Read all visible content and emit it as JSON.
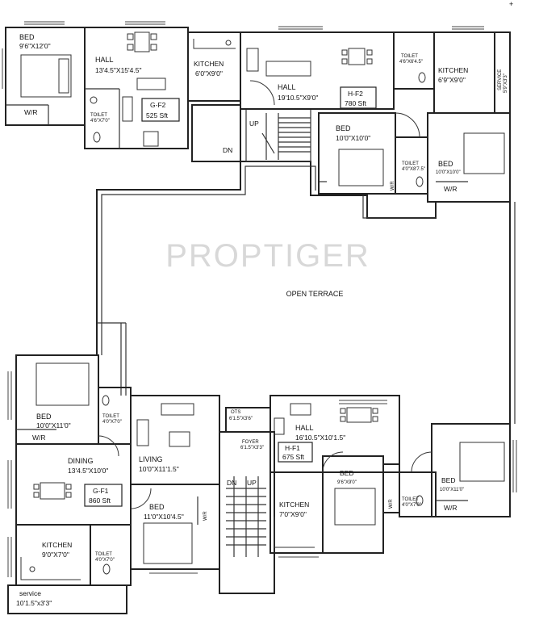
{
  "watermark": "PROPTIGER",
  "corner_mark": "+",
  "terrace": "OPEN TERRACE",
  "stairs": {
    "upper_up": "UP",
    "upper_dn": "DN",
    "lower_dn": "DN",
    "lower_up": "UP"
  },
  "units": {
    "g_f2": {
      "code": "G-F2",
      "area": "525 Sft"
    },
    "h_f2": {
      "code": "H-F2",
      "area": "780 Sft"
    },
    "g_f1": {
      "code": "G-F1",
      "area": "860 Sft"
    },
    "h_f1": {
      "code": "H-F1",
      "area": "675 Sft"
    }
  },
  "rooms": {
    "gf2_bed": {
      "name": "BED",
      "size": "9'6\"X12'0\""
    },
    "gf2_hall": {
      "name": "HALL",
      "size": "13'4.5\"X15'4.5\""
    },
    "gf2_wr": "W/R",
    "gf2_toilet": {
      "name": "TOILET",
      "size": "4'6\"X7'0\""
    },
    "gf2_kitchen": {
      "name": "KITCHEN",
      "size": "6'0\"X9'0\""
    },
    "hf2_hall": {
      "name": "HALL",
      "size": "19'10.5\"X9'0\""
    },
    "hf2_toilet": {
      "name": "TOILET",
      "size": "4'6\"X6'4.5\""
    },
    "hf2_kitchen": {
      "name": "KITCHEN",
      "size": "6'9\"X9'0\""
    },
    "hf2_service": {
      "name": "SERVICE",
      "size": "5'9\"X3'3\""
    },
    "hf2_bed1": {
      "name": "BED",
      "size": "10'0\"X10'0\""
    },
    "hf2_toilet2": {
      "name": "TOILET",
      "size": "4'0\"X8'7.5\""
    },
    "hf2_bed2": {
      "name": "BED",
      "size": "10'0\"X10'0\""
    },
    "hf2_wr1": "W/R",
    "hf2_wr2": "W/R",
    "gf1_bed1": {
      "name": "BED",
      "size": "10'0\"X11'0\""
    },
    "gf1_wr1": "W/R",
    "gf1_toilet1": {
      "name": "TOILET",
      "size": "4'0\"X7'0\""
    },
    "gf1_living": {
      "name": "LIVING",
      "size": "10'0\"X11'1.5\""
    },
    "gf1_dining": {
      "name": "DINING",
      "size": "13'4.5\"X10'0\""
    },
    "gf1_bed2": {
      "name": "BED",
      "size": "11'0\"X10'4.5\""
    },
    "gf1_wr2": "W/R",
    "gf1_kitchen": {
      "name": "KITCHEN",
      "size": "9'0\"X7'0\""
    },
    "gf1_toilet2": {
      "name": "TOILET",
      "size": "4'0\"X7'0\""
    },
    "gf1_service": {
      "name": "service",
      "size": "10'1.5\"x3'3\""
    },
    "hf1_ots": {
      "name": "OTS",
      "size": "6'1.5\"X3'6\""
    },
    "hf1_hall": {
      "name": "HALL",
      "size": "16'10.5\"X10'1.5\""
    },
    "hf1_foyer": {
      "name": "FOYER",
      "size": "6'1.5\"X3'3\""
    },
    "hf1_kitchen": {
      "name": "KITCHEN",
      "size": "7'0\"X9'0\""
    },
    "hf1_bed1": {
      "name": "BED",
      "size": "9'6\"X9'0\""
    },
    "hf1_wr1": "W/R",
    "hf1_toilet": {
      "name": "TOILET",
      "size": "4'0\"X7'0\""
    },
    "hf1_bed2": {
      "name": "BED",
      "size": "10'0\"X11'0\""
    },
    "hf1_wr2": "W/R"
  }
}
